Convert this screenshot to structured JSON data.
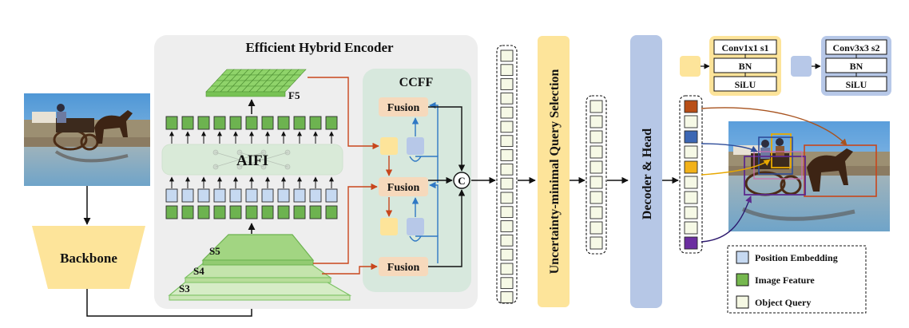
{
  "encoder": {
    "title": "Efficient Hybrid Encoder",
    "aifi_label": "AIFI",
    "f5_label": "F5",
    "s5_label": "S5",
    "s4_label": "S4",
    "s3_label": "S3"
  },
  "ccff": {
    "title": "CCFF",
    "fusion_label": "Fusion",
    "concat_symbol": "C"
  },
  "backbone_label": "Backbone",
  "query_selection_label": "Uncertainty-minimal Query Selection",
  "decoder_label": "Decoder & Head",
  "legend_blocks": {
    "yellow_block": {
      "layers": [
        "Conv1x1 s1",
        "BN",
        "SiLU"
      ]
    },
    "blue_block": {
      "layers": [
        "Conv3x3 s2",
        "BN",
        "SiLU"
      ]
    }
  },
  "legend": {
    "items": [
      {
        "label": "Position Embedding",
        "color": "#c6d9f1"
      },
      {
        "label": "Image Feature",
        "color": "#76b84f"
      },
      {
        "label": "Object Query",
        "color": "#f5f8e3"
      }
    ]
  },
  "colors": {
    "feature_green": "#6db350",
    "position_blue": "#c6d9f1",
    "query_fill": "#f6f9e6",
    "fusion_fill": "#f6d9bc",
    "yellow_block": "#fde49a",
    "blue_block": "#b7c8e8",
    "encoder_bg": "#eeeeee",
    "ccff_bg": "#d7e8dd",
    "decoder_bg": "#b6c7e6",
    "selection_bg": "#fde49a",
    "red_arrow": "#c8461c",
    "blue_arrow": "#2f78c4"
  }
}
